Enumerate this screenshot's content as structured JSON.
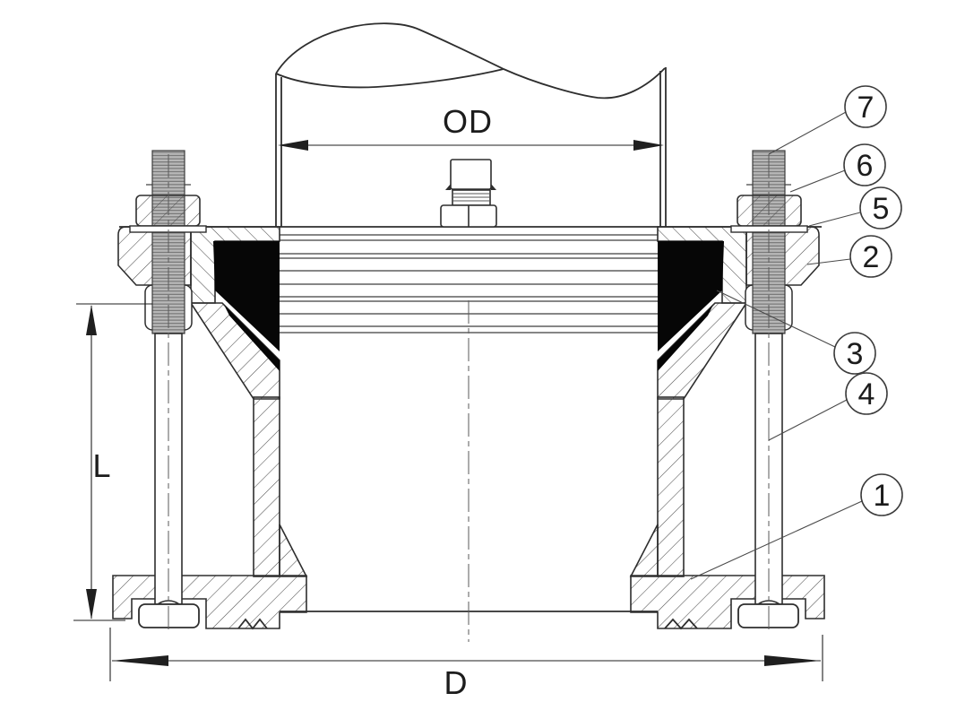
{
  "diagram": {
    "dimension_labels": {
      "outer_diameter": "OD",
      "length": "L",
      "flange_diameter": "D"
    },
    "callouts": [
      {
        "number": "7"
      },
      {
        "number": "6"
      },
      {
        "number": "5"
      },
      {
        "number": "2"
      },
      {
        "number": "3"
      },
      {
        "number": "4"
      },
      {
        "number": "1"
      }
    ],
    "colors": {
      "line": "#2e2e2e",
      "gasket": "#060606",
      "thread_fill": "#b7b7b7",
      "background": "#ffffff"
    }
  }
}
